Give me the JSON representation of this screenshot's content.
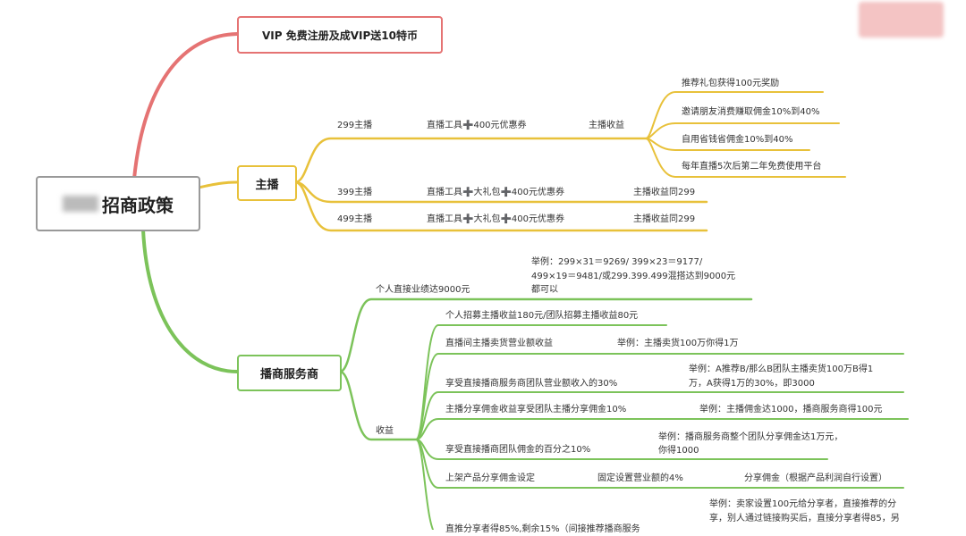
{
  "root": {
    "title": "招商政策"
  },
  "vip": {
    "label": "VIP 免费注册及成VIP送10特币"
  },
  "anchor": {
    "label": "主播",
    "tiers": [
      {
        "name": "299主播",
        "package": "直播工具➕400元优惠券",
        "income": "主播收益"
      },
      {
        "name": "399主播",
        "package": "直播工具➕大礼包➕400元优惠券",
        "income": "主播收益同299"
      },
      {
        "name": "499主播",
        "package": "直播工具➕大礼包➕400元优惠券",
        "income": "主播收益同299"
      }
    ],
    "income_items": [
      "推荐礼包获得100元奖励",
      "邀请朋友消费赚取佣金10%到40%",
      "自用省钱省佣金10%到40%",
      "每年直播5次后第二年免费使用平台"
    ]
  },
  "provider": {
    "label": "播商服务商",
    "condition": "个人直接业绩达9000元",
    "condition_example": [
      "举例：299×31＝9269/ 399×23＝9177/",
      "499×19＝9481/或299.399.499混搭达到9000元",
      "都可以"
    ],
    "income_label": "收益",
    "items": [
      {
        "text": "个人招募主播收益180元/团队招募主播收益80元"
      },
      {
        "text": "直播间主播卖货营业额收益",
        "example": [
          "举例：主播卖货100万你得1万"
        ]
      },
      {
        "text": "享受直接播商服务商团队营业额收入的30%",
        "example": [
          "举例：A推荐B/那么B团队主播卖货100万B得1",
          "万，A获得1万的30%，即3000"
        ]
      },
      {
        "text": "主播分享佣金收益享受团队主播分享佣金10%",
        "example": [
          "举例：主播佣金达1000，播商服务商得100元"
        ]
      },
      {
        "text": "享受直接播商团队佣金的百分之10%",
        "example": [
          "举例：播商服务商整个团队分享佣金达1万元，",
          "你得1000"
        ]
      },
      {
        "text": "上架产品分享佣金设定",
        "mid": "固定设置营业额的4%",
        "example": [
          "分享佣金（根据产品利润自行设置）"
        ]
      },
      {
        "text": "直推分享者得85%,剩余15%（间接推荐播商服务",
        "example": [
          "举例：卖家设置100元给分享者，直接推荐的分",
          "享，别人通过链接购买后，直接分享者得85，另"
        ]
      }
    ]
  },
  "colors": {
    "red": "#e57373",
    "yellow": "#e8c13a",
    "green": "#7cc35a"
  }
}
